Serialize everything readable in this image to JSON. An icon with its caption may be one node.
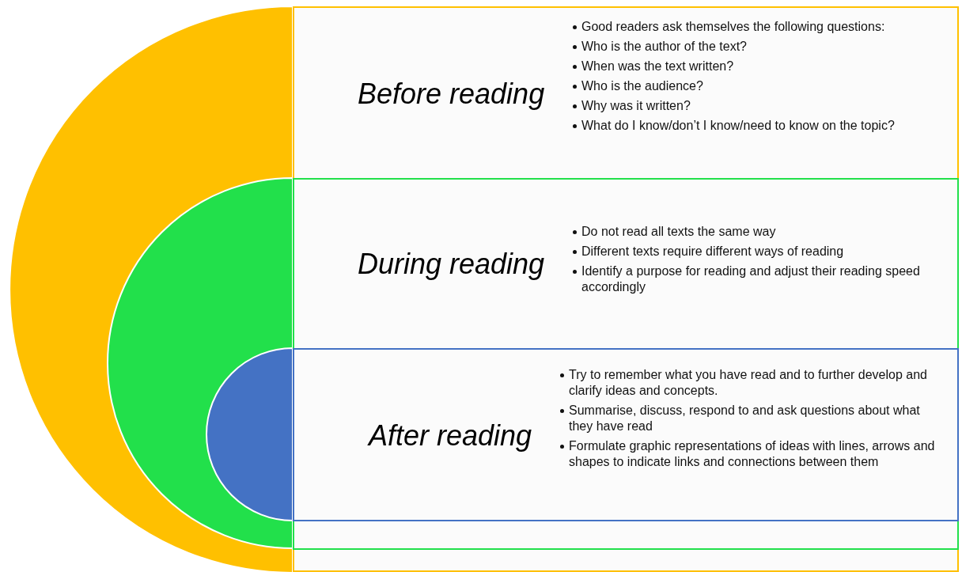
{
  "diagram": {
    "nodes": [
      {
        "text": [
          "Before reading",
          "Good readers ask themselves the following questions:",
          "Who is the author of the text?",
          "When was the text written?",
          "Who is the audience?",
          "Why was it written?",
          "What do I know/don’t I know/need to know on the topic?"
        ]
      },
      {
        "text": [
          "During reading",
          "Do not read all texts the same way",
          "Different texts require different ways of reading",
          "Identify a purpose for reading and adjust their reading speed accordingly"
        ],
        "in": 0
      },
      {
        "text": [
          "After reading",
          "Try to remember what you have read and to further develop and clarify ideas and concepts.",
          "Summarise, discuss, respond to and ask questions about what they have read",
          "Formulate graphic representations of ideas with lines, arrows and shapes to indicate links and connections between them"
        ],
        "in": 1
      }
    ]
  }
}
